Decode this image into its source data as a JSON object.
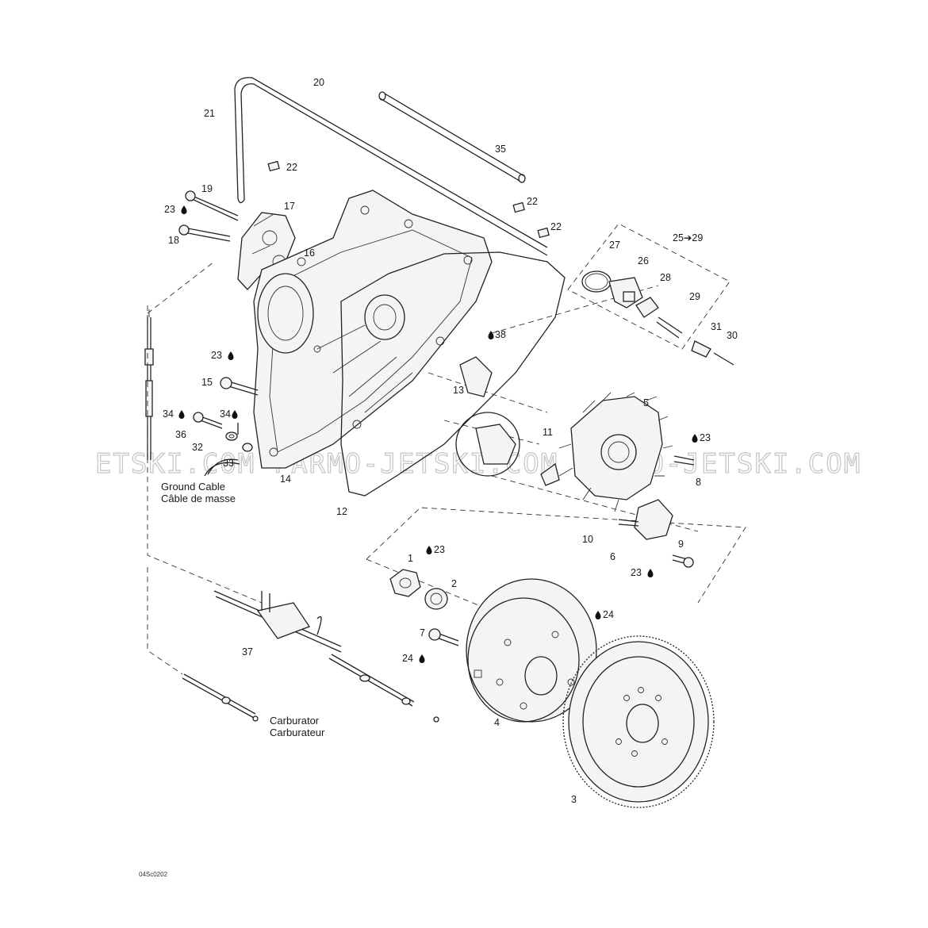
{
  "watermark": "ETSKI.COM FARMO-JETSKI.COM FARMO-JETSKI.COM",
  "drawing_code": "04Sc0202",
  "notes": {
    "ground_cable_en": "Ground Cable",
    "ground_cable_fr": "Câble de masse",
    "carburator_en": "Carburator",
    "carburator_fr": "Carburateur",
    "kit_range": "25➔29"
  },
  "labels": [
    {
      "id": "p1",
      "text": "1"
    },
    {
      "id": "p2",
      "text": "2"
    },
    {
      "id": "p3",
      "text": "3"
    },
    {
      "id": "p4",
      "text": "4"
    },
    {
      "id": "p5",
      "text": "5"
    },
    {
      "id": "p6",
      "text": "6"
    },
    {
      "id": "p7",
      "text": "7"
    },
    {
      "id": "p8",
      "text": "8"
    },
    {
      "id": "p9",
      "text": "9"
    },
    {
      "id": "p10",
      "text": "10"
    },
    {
      "id": "p11",
      "text": "11"
    },
    {
      "id": "p12",
      "text": "12"
    },
    {
      "id": "p13",
      "text": "13"
    },
    {
      "id": "p14",
      "text": "14"
    },
    {
      "id": "p15",
      "text": "15"
    },
    {
      "id": "p16",
      "text": "16"
    },
    {
      "id": "p17",
      "text": "17"
    },
    {
      "id": "p18",
      "text": "18"
    },
    {
      "id": "p19",
      "text": "19"
    },
    {
      "id": "p20",
      "text": "20"
    },
    {
      "id": "p21",
      "text": "21"
    },
    {
      "id": "p22a",
      "text": "22"
    },
    {
      "id": "p22b",
      "text": "22"
    },
    {
      "id": "p22c",
      "text": "22"
    },
    {
      "id": "p23a",
      "text": "23"
    },
    {
      "id": "p23b",
      "text": "23"
    },
    {
      "id": "p23c",
      "text": "23"
    },
    {
      "id": "p23d",
      "text": "23"
    },
    {
      "id": "p23e",
      "text": "23"
    },
    {
      "id": "p24a",
      "text": "24"
    },
    {
      "id": "p24b",
      "text": "24"
    },
    {
      "id": "p26",
      "text": "26"
    },
    {
      "id": "p27",
      "text": "27"
    },
    {
      "id": "p28",
      "text": "28"
    },
    {
      "id": "p29",
      "text": "29"
    },
    {
      "id": "p30",
      "text": "30"
    },
    {
      "id": "p31",
      "text": "31"
    },
    {
      "id": "p32",
      "text": "32"
    },
    {
      "id": "p33",
      "text": "33"
    },
    {
      "id": "p34a",
      "text": "34"
    },
    {
      "id": "p34b",
      "text": "34"
    },
    {
      "id": "p35",
      "text": "35"
    },
    {
      "id": "p36",
      "text": "36"
    },
    {
      "id": "p37",
      "text": "37"
    },
    {
      "id": "p38",
      "text": "38"
    }
  ]
}
